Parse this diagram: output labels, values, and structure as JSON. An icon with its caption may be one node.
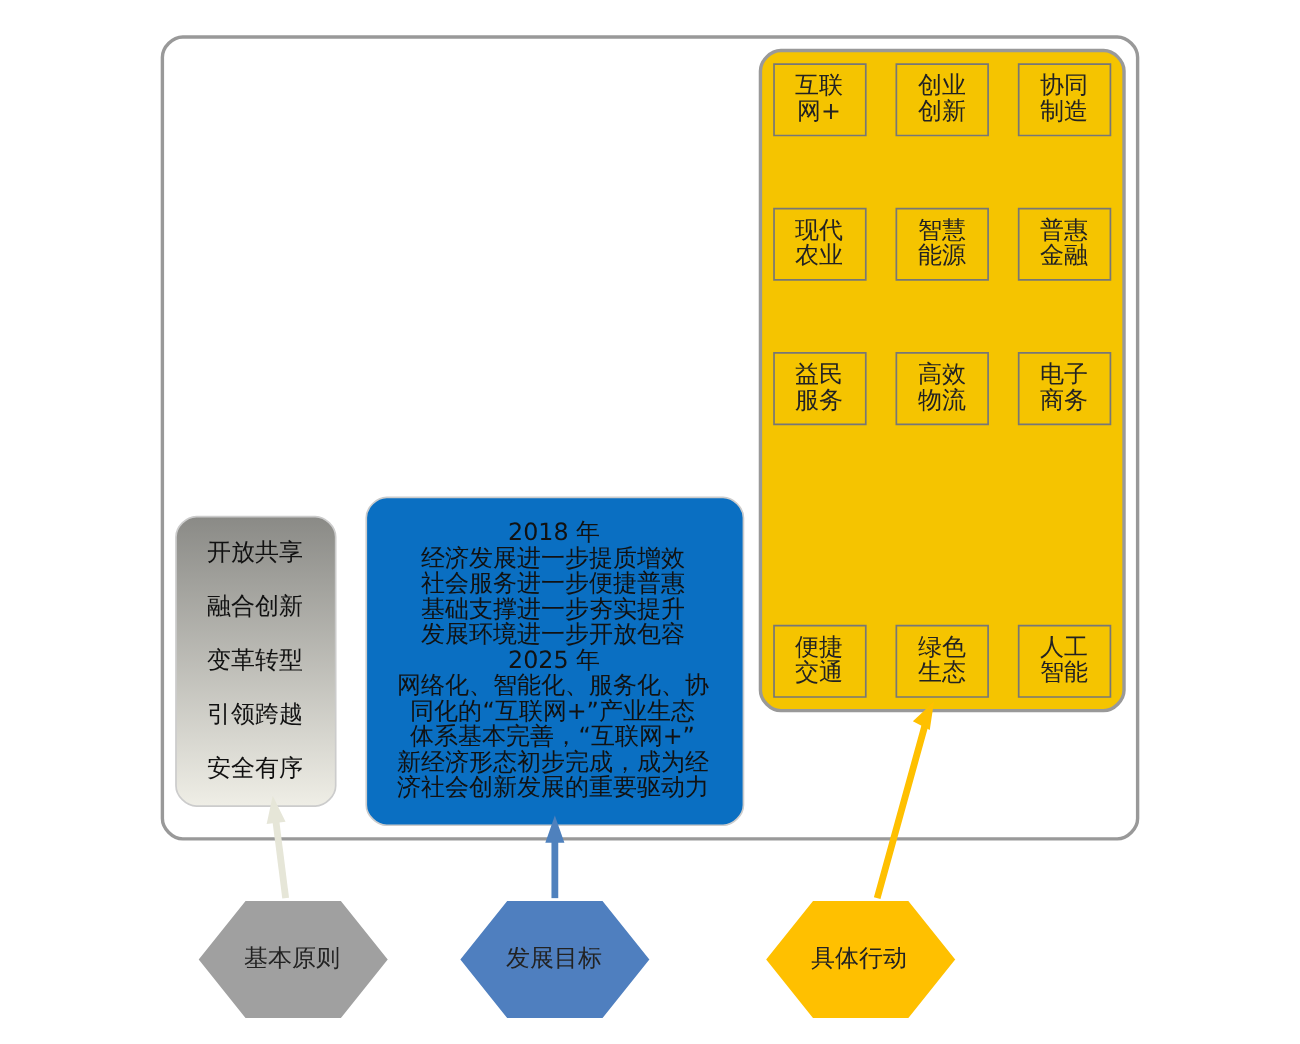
{
  "diagram": {
    "nodes": [
      {
        "text": [],
        "shape": "box"
      },
      {
        "text": [
          "开放共享",
          "融合创新",
          "变革转型",
          "引领跨越",
          "安全有序"
        ],
        "in": 0
      },
      {
        "text": [
          "2018 年",
          "经济发展进一步提质增效",
          "社会服务进一步便捷普惠",
          "基础支撑进一步夯实提升",
          "发展环境进一步开放包容",
          "2025 年",
          "网络化、智能化、服务化、协同化的“互联网+”产业生态体系基本完善，“互联网+”新经济形态初步完成，成为经济社会创新发展的重要驱动力"
        ],
        "in": 0
      },
      {
        "text": [],
        "shape": "box",
        "in": 0
      },
      {
        "text": [
          "互联网+"
        ],
        "in": 3
      },
      {
        "text": [
          "创业创新"
        ],
        "in": 3
      },
      {
        "text": [
          "协同制造"
        ],
        "in": 3
      },
      {
        "text": [
          "现代农业"
        ],
        "in": 3
      },
      {
        "text": [
          "智慧能源"
        ],
        "in": 3
      },
      {
        "text": [
          "普惠金融"
        ],
        "in": 3
      },
      {
        "text": [
          "益民服务"
        ],
        "in": 3
      },
      {
        "text": [
          "高效物流"
        ],
        "in": 3
      },
      {
        "text": [
          "电子商务"
        ],
        "in": 3
      },
      {
        "text": [
          "便捷交通"
        ],
        "in": 3
      },
      {
        "text": [
          "绿色生态"
        ],
        "in": 3
      },
      {
        "text": [
          "人工智能"
        ],
        "in": 3
      },
      {
        "text": [
          "基本原则"
        ]
      },
      {
        "text": [
          "发展目标"
        ]
      },
      {
        "text": [
          "具体行动"
        ]
      }
    ],
    "edges": [
      {
        "from": 16,
        "to": 1,
        "arrow": "to",
        "color": "#e6e6d8"
      },
      {
        "from": 17,
        "to": 2,
        "arrow": "to",
        "color": "#4f81bd"
      },
      {
        "from": 18,
        "to": 3,
        "arrow": "to",
        "color": "#ffc000"
      }
    ]
  }
}
